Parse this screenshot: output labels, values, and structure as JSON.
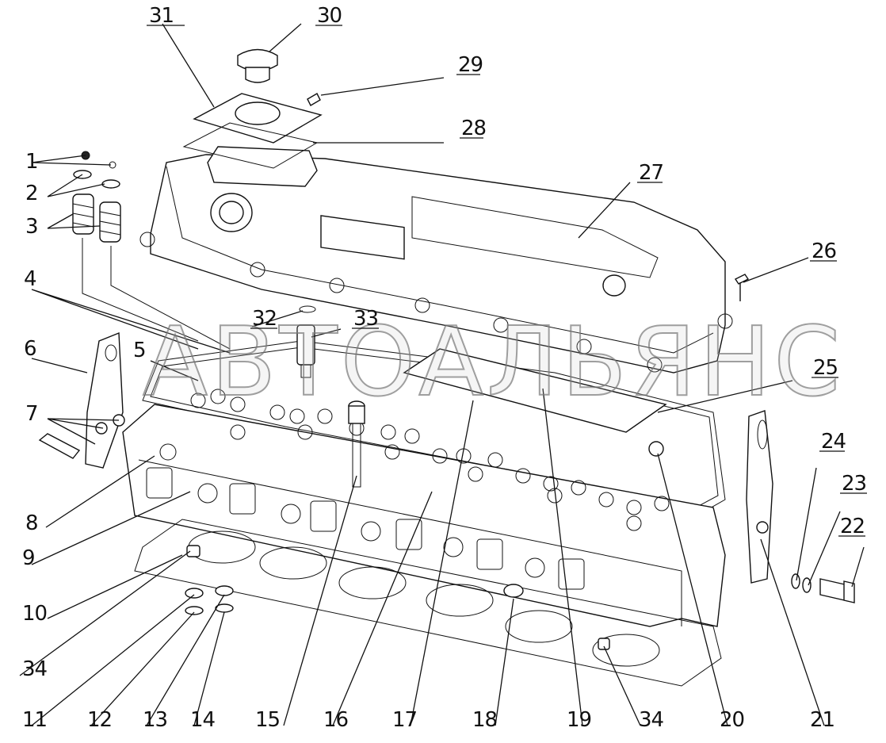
{
  "watermark": "АВТОАЛЬЯНС",
  "callouts": [
    {
      "id": "1",
      "text": "1"
    },
    {
      "id": "2",
      "text": "2"
    },
    {
      "id": "3",
      "text": "3"
    },
    {
      "id": "4",
      "text": "4"
    },
    {
      "id": "5",
      "text": "5"
    },
    {
      "id": "6",
      "text": "6"
    },
    {
      "id": "7",
      "text": "7"
    },
    {
      "id": "8",
      "text": "8"
    },
    {
      "id": "9",
      "text": "9"
    },
    {
      "id": "10",
      "text": "10"
    },
    {
      "id": "11",
      "text": "11"
    },
    {
      "id": "12",
      "text": "12"
    },
    {
      "id": "13",
      "text": "13"
    },
    {
      "id": "14",
      "text": "14"
    },
    {
      "id": "15",
      "text": "15"
    },
    {
      "id": "16",
      "text": "16"
    },
    {
      "id": "17",
      "text": "17"
    },
    {
      "id": "18",
      "text": "18"
    },
    {
      "id": "19",
      "text": "19"
    },
    {
      "id": "20",
      "text": "20"
    },
    {
      "id": "21",
      "text": "21"
    },
    {
      "id": "22",
      "text": "22"
    },
    {
      "id": "23",
      "text": "23"
    },
    {
      "id": "24",
      "text": "24"
    },
    {
      "id": "25",
      "text": "25"
    },
    {
      "id": "26",
      "text": "26"
    },
    {
      "id": "27",
      "text": "27"
    },
    {
      "id": "28",
      "text": "28"
    },
    {
      "id": "29",
      "text": "29"
    },
    {
      "id": "30",
      "text": "30"
    },
    {
      "id": "31",
      "text": "31"
    },
    {
      "id": "32",
      "text": "32"
    },
    {
      "id": "33",
      "text": "33"
    },
    {
      "id": "34a",
      "text": "34"
    },
    {
      "id": "34b",
      "text": "34"
    }
  ]
}
